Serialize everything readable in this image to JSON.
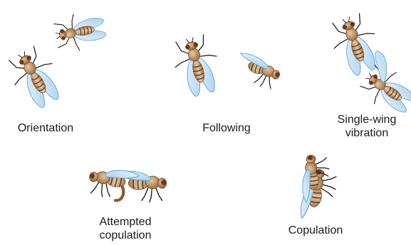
{
  "stages": [
    {
      "id": "orientation",
      "lines": [
        "Orientation"
      ]
    },
    {
      "id": "following",
      "lines": [
        "Following"
      ]
    },
    {
      "id": "single-wing-vibration",
      "lines": [
        "Single-wing",
        "vibration"
      ]
    },
    {
      "id": "attempted-copulation",
      "lines": [
        "Attempted",
        "copulation"
      ]
    },
    {
      "id": "copulation",
      "lines": [
        "Copulation"
      ]
    }
  ],
  "colors": {
    "body": "#c9a27a",
    "body_dark": "#8a5a32",
    "stripe": "#5a3418",
    "eye": "#6b3a1e",
    "wing_fill": "#cfe6f7",
    "wing_stroke": "#6fa7cf",
    "leg": "#222222"
  }
}
